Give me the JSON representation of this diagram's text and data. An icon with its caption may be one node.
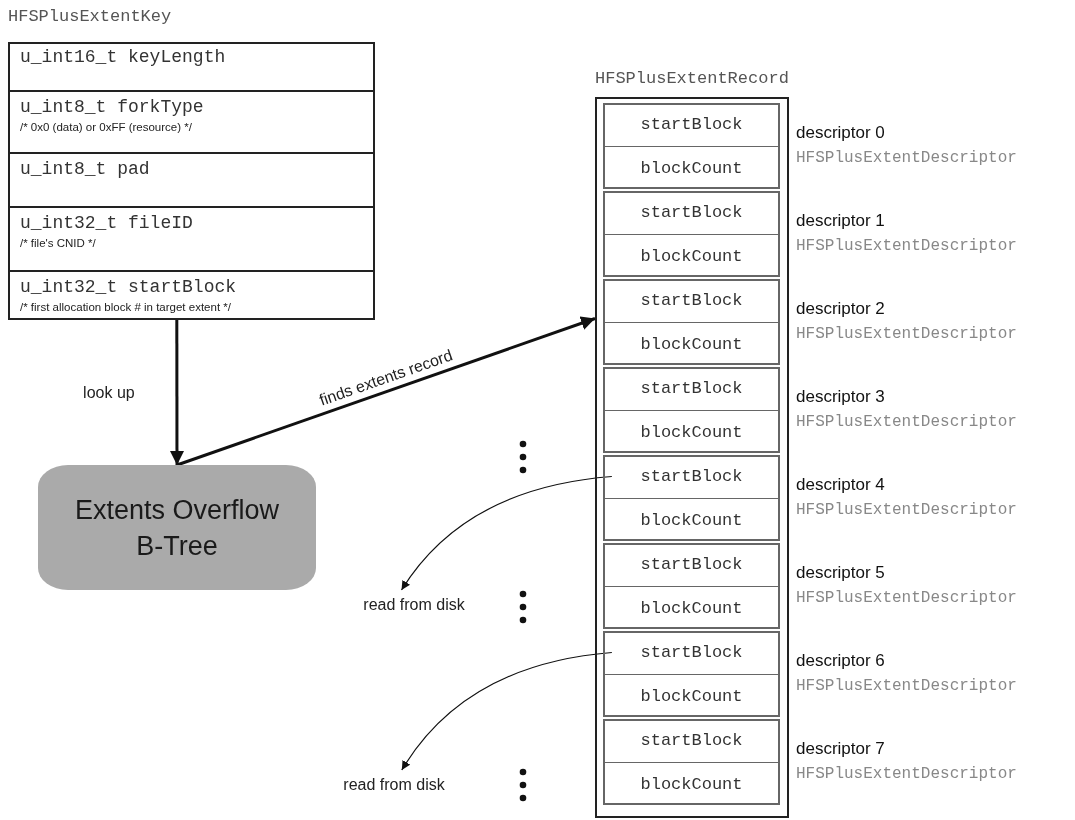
{
  "diagram": {
    "nodes": [
      {
        "text": [
          "HFSPlusExtentKey"
        ]
      },
      {
        "text": [
          "u_int16_t keyLength"
        ],
        "in": 0
      },
      {
        "text": [
          "u_int8_t forkType",
          "/* 0x0 (data) or 0xFF (resource) */"
        ],
        "in": 0
      },
      {
        "text": [
          "u_int8_t pad"
        ],
        "in": 0
      },
      {
        "text": [
          "u_int32_t fileID",
          "/* file's CNID */"
        ],
        "in": 0
      },
      {
        "text": [
          "u_int32_t startBlock",
          "/* first allocation block # in target extent */"
        ],
        "in": 0
      },
      {
        "text": [
          "Extents Overflow B-Tree"
        ]
      },
      {
        "text": [
          "HFSPlusExtentRecord"
        ]
      },
      {
        "text": [],
        "shape": "box",
        "in": 7,
        "beside": [
          "descriptor 0",
          "HFSPlusExtentDescriptor"
        ]
      },
      {
        "text": [
          "startBlock"
        ],
        "in": 8
      },
      {
        "text": [
          "blockCount"
        ],
        "in": 8
      },
      {
        "text": [],
        "shape": "box",
        "in": 7,
        "beside": [
          "descriptor 1",
          "HFSPlusExtentDescriptor"
        ]
      },
      {
        "text": [
          "startBlock"
        ],
        "in": 11
      },
      {
        "text": [
          "blockCount"
        ],
        "in": 11
      },
      {
        "text": [],
        "shape": "box",
        "in": 7,
        "beside": [
          "descriptor 2",
          "HFSPlusExtentDescriptor"
        ]
      },
      {
        "text": [
          "startBlock"
        ],
        "in": 14
      },
      {
        "text": [
          "blockCount"
        ],
        "in": 14
      },
      {
        "text": [],
        "shape": "box",
        "in": 7,
        "beside": [
          "descriptor 3",
          "HFSPlusExtentDescriptor"
        ]
      },
      {
        "text": [
          "startBlock"
        ],
        "in": 17
      },
      {
        "text": [
          "blockCount"
        ],
        "in": 17
      },
      {
        "text": [],
        "shape": "box",
        "in": 7,
        "beside": [
          "descriptor 4",
          "HFSPlusExtentDescriptor"
        ]
      },
      {
        "text": [
          "startBlock"
        ],
        "in": 20
      },
      {
        "text": [
          "blockCount"
        ],
        "in": 20
      },
      {
        "text": [],
        "shape": "box",
        "in": 7,
        "beside": [
          "descriptor 5",
          "HFSPlusExtentDescriptor"
        ]
      },
      {
        "text": [
          "startBlock"
        ],
        "in": 23
      },
      {
        "text": [
          "blockCount"
        ],
        "in": 23
      },
      {
        "text": [],
        "shape": "box",
        "in": 7,
        "beside": [
          "descriptor 6",
          "HFSPlusExtentDescriptor"
        ]
      },
      {
        "text": [
          "startBlock"
        ],
        "in": 26
      },
      {
        "text": [
          "blockCount"
        ],
        "in": 26
      },
      {
        "text": [],
        "shape": "box",
        "in": 7,
        "beside": [
          "descriptor 7",
          "HFSPlusExtentDescriptor"
        ]
      },
      {
        "text": [
          "startBlock"
        ],
        "in": 29
      },
      {
        "text": [
          "blockCount"
        ],
        "in": 29
      },
      {
        "text": [
          "read from disk"
        ]
      },
      {
        "text": [
          "read from disk"
        ]
      }
    ],
    "edges": [
      {
        "from": 5,
        "to": 6,
        "arrow": "to",
        "label": "look up",
        "style": "thick"
      },
      {
        "from": 6,
        "to": 7,
        "arrow": "to",
        "label": "finds extents record",
        "style": "thick"
      },
      {
        "from": 21,
        "to": 32,
        "arrow": "to"
      },
      {
        "from": 27,
        "to": 33,
        "arrow": "to"
      }
    ]
  }
}
